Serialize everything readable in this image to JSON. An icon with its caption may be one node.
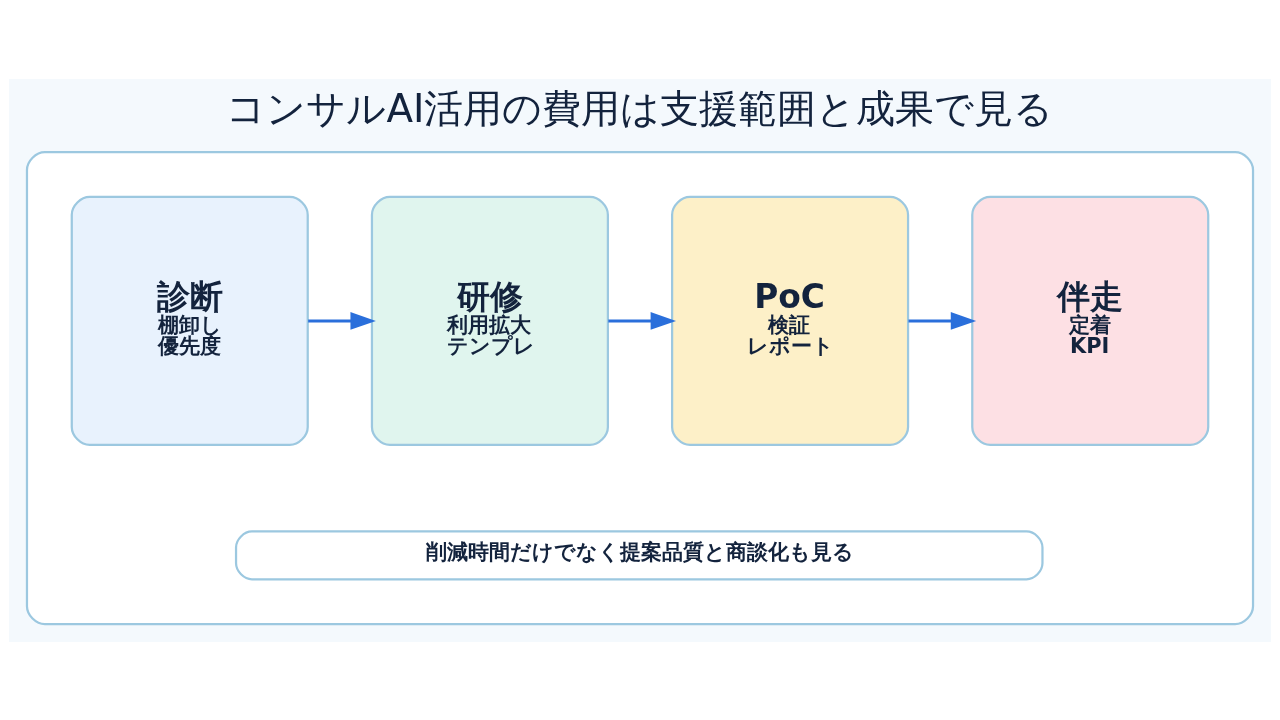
{
  "diagram": {
    "title": "コンサルAI活用の費用は支援範囲と成果で見る",
    "nodes": [
      {
        "text": [],
        "shape": "box"
      },
      {
        "text": [
          "診断",
          "棚卸し",
          "優先度"
        ],
        "in": 0
      },
      {
        "text": [
          "研修",
          "利用拡大",
          "テンプレ"
        ],
        "in": 0
      },
      {
        "text": [
          "PoC",
          "検証",
          "レポート"
        ],
        "in": 0
      },
      {
        "text": [
          "伴走",
          "定着",
          "KPI"
        ],
        "in": 0
      },
      {
        "text": [
          "削減時間だけでなく提案品質と商談化も見る"
        ],
        "in": 0
      }
    ],
    "edges": [
      {
        "from": 1,
        "to": 2,
        "arrow": "to"
      },
      {
        "from": 2,
        "to": 3,
        "arrow": "to"
      },
      {
        "from": 3,
        "to": 4,
        "arrow": "to"
      }
    ]
  }
}
